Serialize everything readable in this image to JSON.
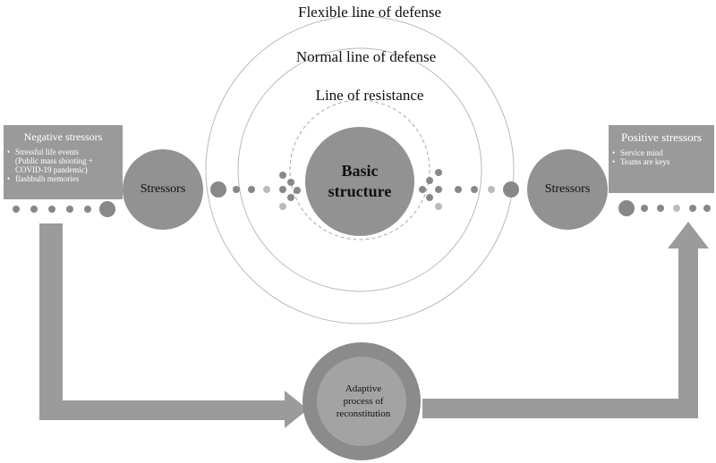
{
  "rings": {
    "flexible": "Flexible line of defense",
    "normal": "Normal line of defense",
    "resistance": "Line of resistance"
  },
  "core": {
    "line1": "Basic",
    "line2": "structure"
  },
  "left_stressors": "Stressors",
  "right_stressors": "Stressors",
  "negative_box": {
    "title": "Negative stressors",
    "items": [
      "Stressful life events",
      "(Public mass shooting +",
      "COVID-19 pandemic)",
      "flashbulb memories"
    ]
  },
  "positive_box": {
    "title": "Positive stressors",
    "items": [
      "Service mind",
      "Teams are keys"
    ]
  },
  "adaptive": {
    "line1": "Adaptive",
    "line2": "process of",
    "line3": "reconstitution"
  }
}
